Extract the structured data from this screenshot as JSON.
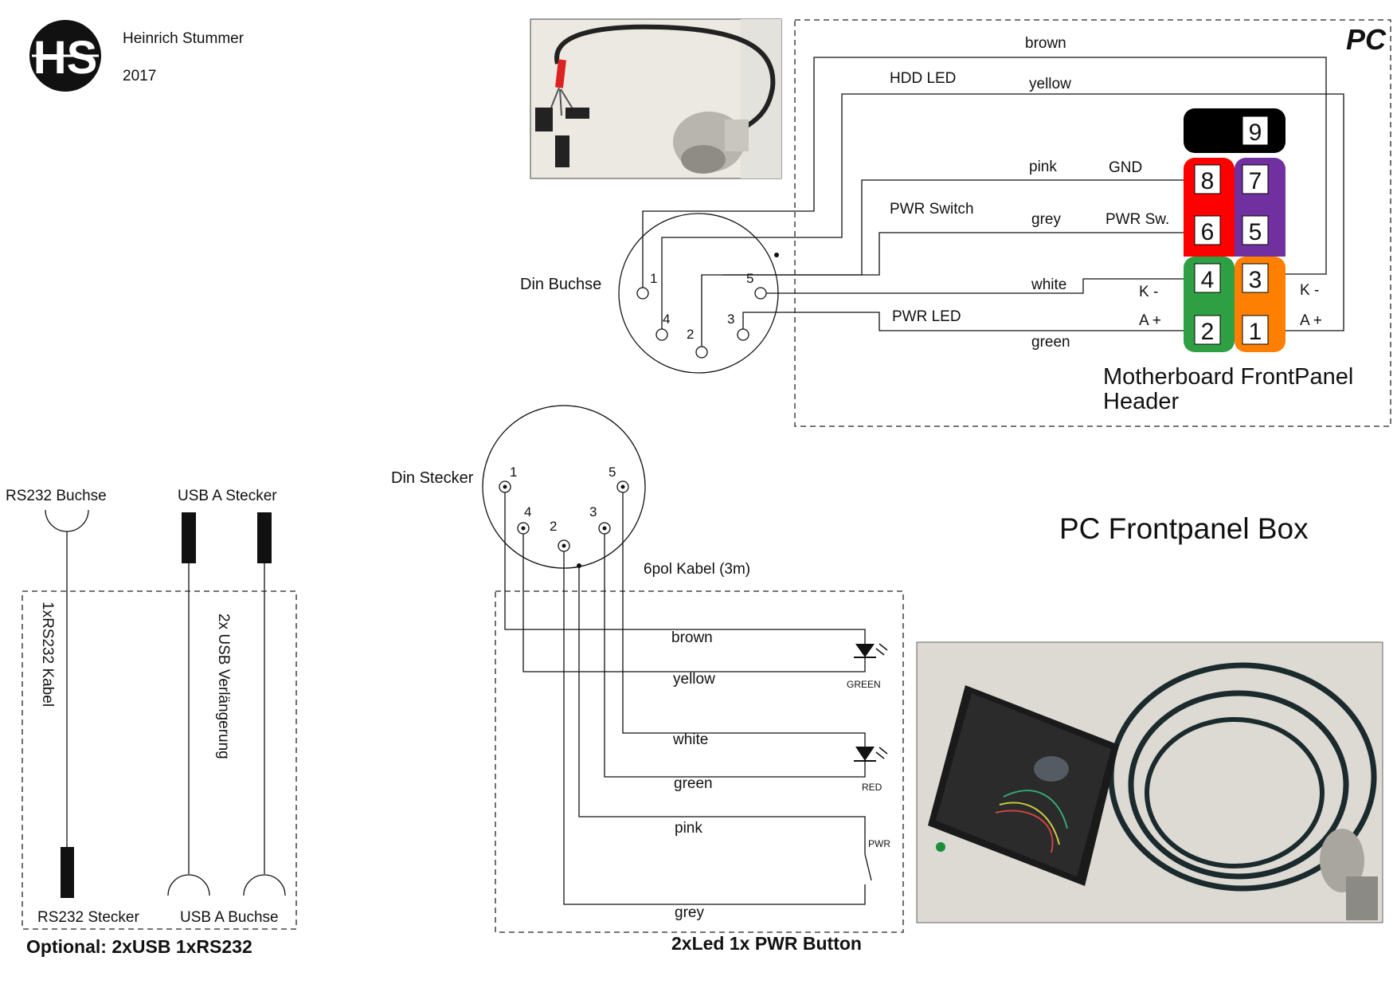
{
  "author": {
    "name": "Heinrich Stummer",
    "year": "2017",
    "logo_text": "HS"
  },
  "title": "PC Frontpanel Box",
  "pc_section": {
    "label": "PC",
    "din_label": "Din Buchse",
    "wires": {
      "brown": "brown",
      "yellow": "yellow",
      "pink": "pink",
      "grey": "grey",
      "white": "white",
      "green": "green"
    },
    "signals": {
      "hdd_led": "HDD LED",
      "pwr_switch": "PWR Switch",
      "pwr_led": "PWR LED",
      "gnd": "GND",
      "pwr_sw": "PWR Sw.",
      "k_left": "K -",
      "a_left": "A +",
      "k_right": "K -",
      "a_right": "A +"
    },
    "header_title_line1": "Motherboard FrontPanel",
    "header_title_line2": "Header",
    "header_pins": [
      "9",
      "8",
      "7",
      "6",
      "5",
      "4",
      "3",
      "2",
      "1"
    ],
    "header_colors": {
      "top": "#000000",
      "red": "#ff0000",
      "purple": "#7030a0",
      "green": "#2ea043",
      "orange": "#ff7f00"
    },
    "din_pins": [
      "1",
      "4",
      "2",
      "3",
      "5"
    ]
  },
  "box_section": {
    "din_label": "Din Stecker",
    "din_pins": [
      "1",
      "5",
      "4",
      "2",
      "3"
    ],
    "cable_label": "6pol Kabel  (3m)",
    "wires": {
      "brown": "brown",
      "yellow": "yellow",
      "white": "white",
      "green": "green",
      "pink": "pink",
      "grey": "grey"
    },
    "components": {
      "led_green": "GREEN",
      "led_red": "RED",
      "pwr": "PWR"
    },
    "caption": "2xLed    1x PWR Button"
  },
  "optional_section": {
    "rs232_buchse": "RS232 Buchse",
    "usb_stecker": "USB A Stecker",
    "rs232_kabel": "1xRS232 Kabel",
    "usb_verl": "2x USB Verlängerung",
    "rs232_stecker": "RS232 Stecker",
    "usb_buchse": "USB A Buchse",
    "caption": "Optional:  2xUSB 1xRS232"
  },
  "photos": {
    "cable_photo": "cable-photo",
    "box_photo": "box-photo"
  }
}
